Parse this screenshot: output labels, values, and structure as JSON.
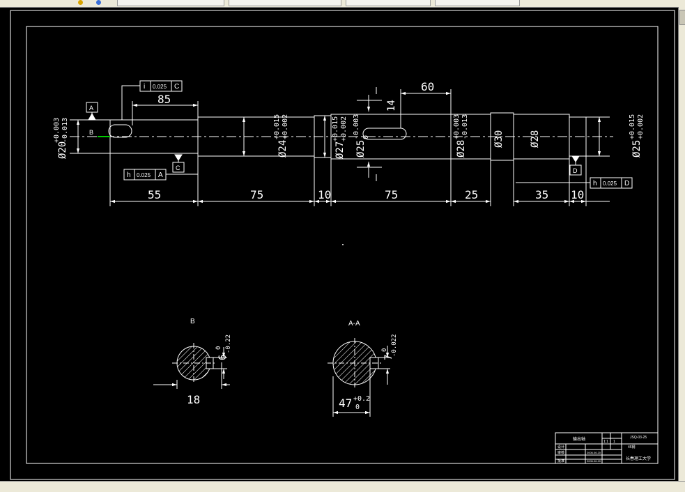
{
  "app": {
    "toolbar_tabs": [
      "",
      "",
      "",
      ""
    ],
    "background": "#000000",
    "line_color": "#ffffff",
    "accent_green": "#00cc00"
  },
  "drawing": {
    "dimensions": {
      "d85": "85",
      "d60": "60",
      "d14": "14",
      "d55": "55",
      "d75a": "75",
      "d10a": "10",
      "d75b": "75",
      "d25": "25",
      "d35": "35",
      "d10b": "10",
      "dia20": "Ø20",
      "dia20_tol_up": "+0.003",
      "dia20_tol_low": "-0.013",
      "dia24": "Ø24",
      "dia24_tol_up": "+0.015",
      "dia24_tol_low": "+0.002",
      "dia27": "Ø27",
      "dia27_tol_up": "+0.015",
      "dia27_tol_low": "+0.002",
      "dia25a": "Ø25",
      "dia25a_tol_up": "-0.003",
      "dia25a_tol_low": "0",
      "dia28a": "Ø28",
      "dia28a_tol_up": "+0.003",
      "dia28a_tol_low": "-0.013",
      "dia30": "Ø30",
      "dia28b": "Ø28",
      "dia25b": "Ø25",
      "dia25b_tol_up": "+0.015",
      "dia25b_tol_low": "+0.002"
    },
    "tolerance_frames": {
      "top": {
        "symbol": "i",
        "value": "0.025",
        "datum": "C"
      },
      "left": {
        "symbol": "h",
        "value": "0.025",
        "datum": "A"
      },
      "right": {
        "symbol": "h",
        "value": "0.025",
        "datum": "D"
      }
    },
    "datums": {
      "a": "A",
      "b": "B",
      "c": "C",
      "d": "D"
    },
    "section_b": {
      "label": "B",
      "width": "18",
      "depth": "6",
      "depth_tol_up": "0",
      "depth_tol_low": "-0.22"
    },
    "section_aa": {
      "label": "A-A",
      "width": "47",
      "width_tol_up": "+0.2",
      "width_tol_low": "0",
      "depth": "7",
      "depth_tol_up": "0",
      "depth_tol_low": "-0.022"
    },
    "title_block": {
      "part_name": "输出轴",
      "drawing_no": "JSQ-03-25",
      "school": "长春理工大学",
      "designer_role": "设计",
      "checker_role": "审核",
      "approver_role": "批准",
      "scale": "1:1",
      "count": "1",
      "material": "45钢",
      "date1": "2006.06.20",
      "date2": "2006.06.20"
    }
  }
}
